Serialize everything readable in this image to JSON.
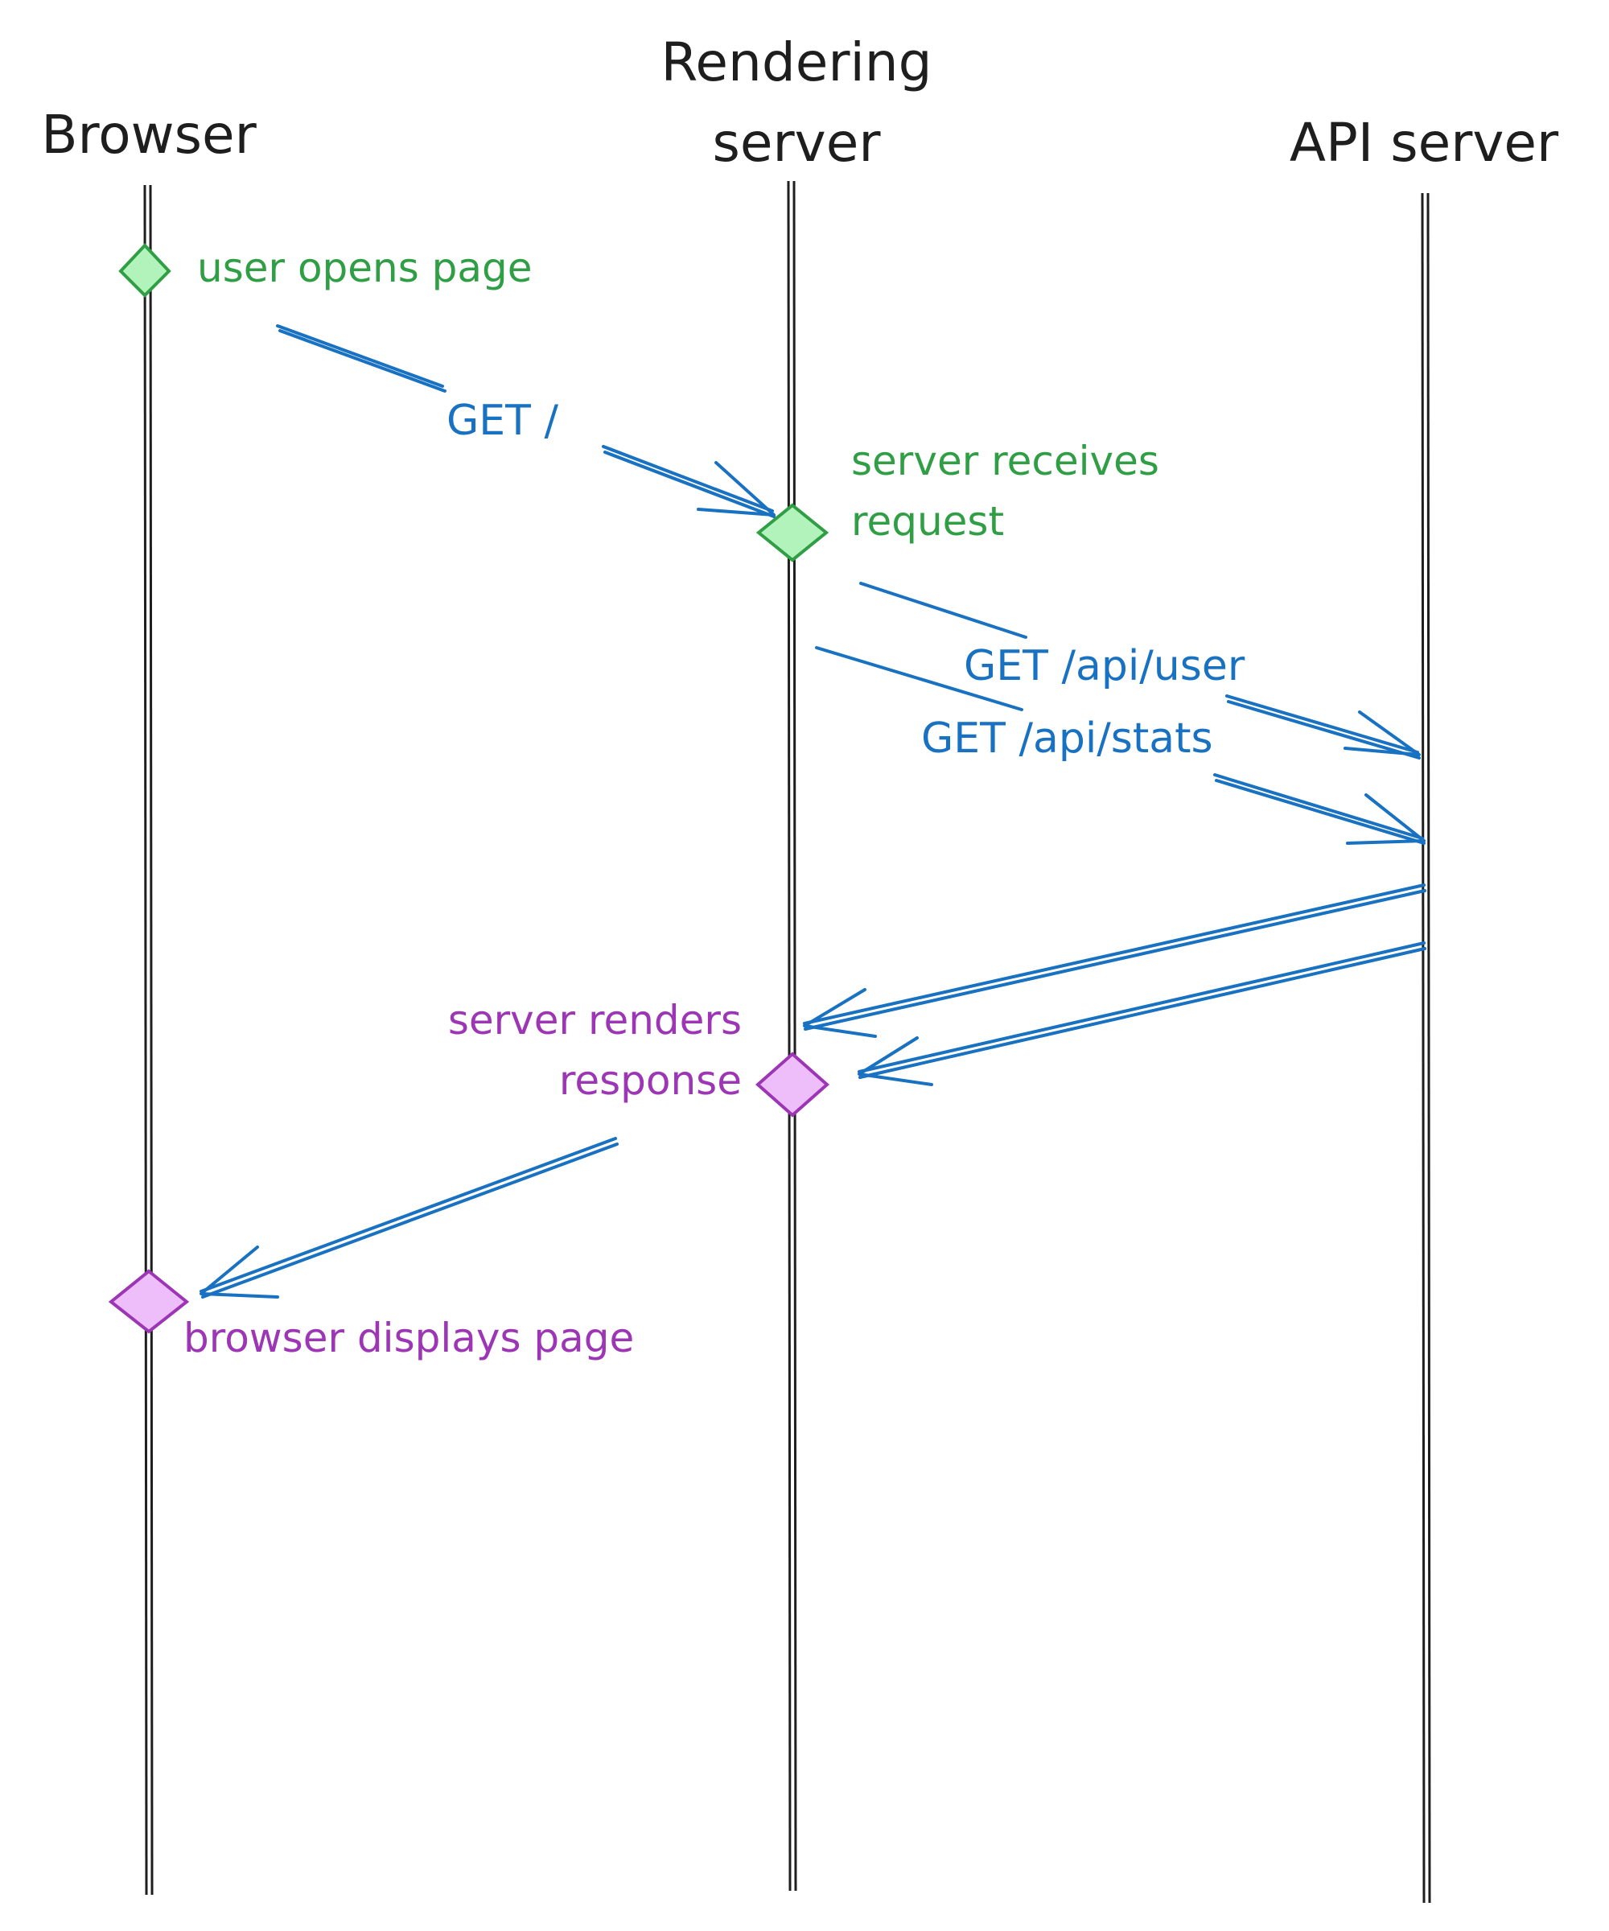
{
  "lifelines": [
    {
      "id": "browser",
      "title_lines": [
        "Browser"
      ]
    },
    {
      "id": "rendering",
      "title_lines": [
        "Rendering",
        "server"
      ]
    },
    {
      "id": "api",
      "title_lines": [
        "API server"
      ]
    }
  ],
  "events": {
    "user_opens": {
      "lines": [
        "user opens page"
      ],
      "color": "#2f9e44"
    },
    "server_receives": {
      "lines": [
        "server receives",
        "request"
      ],
      "color": "#2f9e44"
    },
    "server_renders": {
      "lines": [
        "server renders",
        "response"
      ],
      "color": "#9c36b5"
    },
    "browser_displays": {
      "lines": [
        "browser displays page"
      ],
      "color": "#9c36b5"
    }
  },
  "messages": {
    "get_root": {
      "label": "GET /"
    },
    "get_user": {
      "label": "GET /api/user"
    },
    "get_stats": {
      "label": "GET /api/stats"
    }
  },
  "colors": {
    "lifeline": "#1e1e1e",
    "message": "#1971c2",
    "start_fill": "#b2f2bb",
    "start_stroke": "#2f9e44",
    "end_fill": "#eebefa",
    "end_stroke": "#9c36b5"
  }
}
